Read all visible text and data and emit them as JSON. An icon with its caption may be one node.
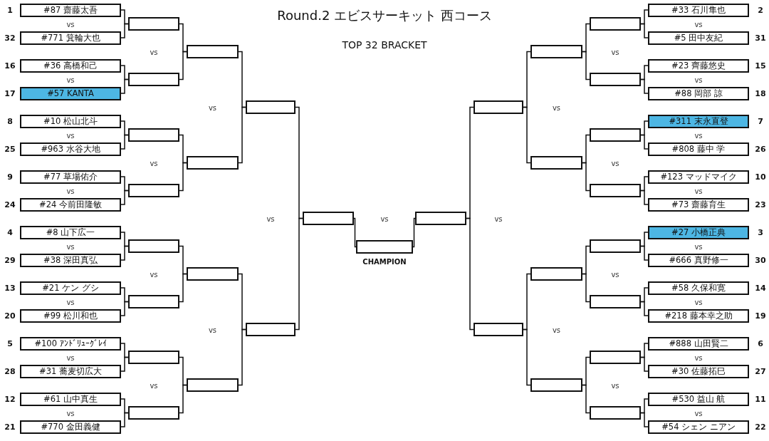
{
  "diagram": {
    "title": "Round.2 エビスサーキット 西コース",
    "nodes": [
      {
        "text": [
          "#87 齋藤太吾"
        ],
        "beside": [
          "1"
        ]
      },
      {
        "text": [
          "#771 箕輪大也"
        ],
        "beside": [
          "32"
        ]
      },
      {
        "text": [
          "#36 高橋和己"
        ],
        "beside": [
          "16"
        ]
      },
      {
        "text": [
          "#57 KANTA"
        ],
        "beside": [
          "17"
        ]
      },
      {
        "text": [
          "#10 松山北斗"
        ],
        "beside": [
          "8"
        ]
      },
      {
        "text": [
          "#963 水谷大地"
        ],
        "beside": [
          "25"
        ]
      },
      {
        "text": [
          "#77 草場佑介"
        ],
        "beside": [
          "9"
        ]
      },
      {
        "text": [
          "#24 今前田隆敏"
        ],
        "beside": [
          "24"
        ]
      },
      {
        "text": [
          "#8 山下広一"
        ],
        "beside": [
          "4"
        ]
      },
      {
        "text": [
          "#38 深田真弘"
        ],
        "beside": [
          "29"
        ]
      },
      {
        "text": [
          "#21 ケン グシ"
        ],
        "beside": [
          "13"
        ]
      },
      {
        "text": [
          "#99 松川和也"
        ],
        "beside": [
          "20"
        ]
      },
      {
        "text": [
          "#100 ｱﾝﾄﾞﾘｭｰｸﾞﾚｲ"
        ],
        "beside": [
          "5"
        ]
      },
      {
        "text": [
          "#31 蕎麦切広大"
        ],
        "beside": [
          "28"
        ]
      },
      {
        "text": [
          "#61 山中真生"
        ],
        "beside": [
          "12"
        ]
      },
      {
        "text": [
          "#770 金田義健"
        ],
        "beside": [
          "21"
        ]
      },
      {
        "text": [
          "#33 石川隼也"
        ],
        "beside": [
          "2"
        ]
      },
      {
        "text": [
          "#5 田中友紀"
        ],
        "beside": [
          "31"
        ]
      },
      {
        "text": [
          "#23 齊藤悠史"
        ],
        "beside": [
          "15"
        ]
      },
      {
        "text": [
          "#88 岡部 諒"
        ],
        "beside": [
          "18"
        ]
      },
      {
        "text": [
          "#311 末永直登"
        ],
        "beside": [
          "7"
        ]
      },
      {
        "text": [
          "#808 藤中 学"
        ],
        "beside": [
          "26"
        ]
      },
      {
        "text": [
          "#123 マッドマイク"
        ],
        "beside": [
          "10"
        ]
      },
      {
        "text": [
          "#73 齋藤育生"
        ],
        "beside": [
          "23"
        ]
      },
      {
        "text": [
          "#27 小橋正典"
        ],
        "beside": [
          "3"
        ]
      },
      {
        "text": [
          "#666 真野修一"
        ],
        "beside": [
          "30"
        ]
      },
      {
        "text": [
          "#58 久保和寛"
        ],
        "beside": [
          "14"
        ]
      },
      {
        "text": [
          "#218 藤本幸之助"
        ],
        "beside": [
          "19"
        ]
      },
      {
        "text": [
          "#888 山田賢二"
        ],
        "beside": [
          "6"
        ]
      },
      {
        "text": [
          "#30 佐藤拓巳"
        ],
        "beside": [
          "27"
        ]
      },
      {
        "text": [
          "#530 益山 航"
        ],
        "beside": [
          "11"
        ]
      },
      {
        "text": [
          "#54 シェン ニアン"
        ],
        "beside": [
          "22"
        ]
      },
      {
        "text": [],
        "shape": "box"
      },
      {
        "text": [],
        "shape": "box"
      },
      {
        "text": [],
        "shape": "box"
      },
      {
        "text": [],
        "shape": "box"
      },
      {
        "text": [],
        "shape": "box"
      },
      {
        "text": [],
        "shape": "box"
      },
      {
        "text": [],
        "shape": "box"
      },
      {
        "text": [],
        "shape": "box"
      },
      {
        "text": [],
        "shape": "box"
      },
      {
        "text": [],
        "shape": "box"
      },
      {
        "text": [],
        "shape": "box"
      },
      {
        "text": [],
        "shape": "box"
      },
      {
        "text": [],
        "shape": "box"
      },
      {
        "text": [],
        "shape": "box"
      },
      {
        "text": [],
        "shape": "box"
      },
      {
        "text": [],
        "shape": "box",
        "beside": [
          "CHAMPION"
        ]
      },
      {
        "text": [],
        "shape": "box"
      },
      {
        "text": [],
        "shape": "box"
      },
      {
        "text": [],
        "shape": "box"
      },
      {
        "text": [],
        "shape": "box"
      },
      {
        "text": [],
        "shape": "box"
      },
      {
        "text": [],
        "shape": "box"
      },
      {
        "text": [],
        "shape": "box"
      },
      {
        "text": [],
        "shape": "box"
      },
      {
        "text": [],
        "shape": "box"
      },
      {
        "text": [],
        "shape": "box"
      },
      {
        "text": [],
        "shape": "box"
      },
      {
        "text": [],
        "shape": "box"
      },
      {
        "text": [],
        "shape": "box"
      },
      {
        "text": [],
        "shape": "box"
      },
      {
        "text": [],
        "shape": "box"
      }
    ],
    "edges": [
      {
        "from": 0,
        "to": 32,
        "arrow": "none"
      },
      {
        "from": 1,
        "to": 32,
        "arrow": "none"
      },
      {
        "from": 2,
        "to": 33,
        "arrow": "none"
      },
      {
        "from": 3,
        "to": 33,
        "arrow": "none"
      },
      {
        "from": 4,
        "to": 34,
        "arrow": "none"
      },
      {
        "from": 5,
        "to": 34,
        "arrow": "none"
      },
      {
        "from": 6,
        "to": 35,
        "arrow": "none"
      },
      {
        "from": 7,
        "to": 35,
        "arrow": "none"
      },
      {
        "from": 8,
        "to": 36,
        "arrow": "none"
      },
      {
        "from": 9,
        "to": 36,
        "arrow": "none"
      },
      {
        "from": 10,
        "to": 37,
        "arrow": "none"
      },
      {
        "from": 11,
        "to": 37,
        "arrow": "none"
      },
      {
        "from": 12,
        "to": 38,
        "arrow": "none"
      },
      {
        "from": 13,
        "to": 38,
        "arrow": "none"
      },
      {
        "from": 14,
        "to": 39,
        "arrow": "none"
      },
      {
        "from": 15,
        "to": 39,
        "arrow": "none"
      },
      {
        "from": 32,
        "to": 40,
        "arrow": "none"
      },
      {
        "from": 33,
        "to": 40,
        "arrow": "none"
      },
      {
        "from": 34,
        "to": 41,
        "arrow": "none"
      },
      {
        "from": 35,
        "to": 41,
        "arrow": "none"
      },
      {
        "from": 36,
        "to": 42,
        "arrow": "none"
      },
      {
        "from": 37,
        "to": 42,
        "arrow": "none"
      },
      {
        "from": 38,
        "to": 43,
        "arrow": "none"
      },
      {
        "from": 39,
        "to": 43,
        "arrow": "none"
      },
      {
        "from": 40,
        "to": 44,
        "arrow": "none"
      },
      {
        "from": 41,
        "to": 44,
        "arrow": "none"
      },
      {
        "from": 42,
        "to": 45,
        "arrow": "none"
      },
      {
        "from": 43,
        "to": 45,
        "arrow": "none"
      },
      {
        "from": 44,
        "to": 46,
        "arrow": "none"
      },
      {
        "from": 45,
        "to": 46,
        "arrow": "none"
      },
      {
        "from": 46,
        "to": 47,
        "arrow": "none"
      },
      {
        "from": 48,
        "to": 47,
        "arrow": "none"
      },
      {
        "from": 49,
        "to": 48,
        "arrow": "none"
      },
      {
        "from": 50,
        "to": 48,
        "arrow": "none"
      },
      {
        "from": 51,
        "to": 49,
        "arrow": "none"
      },
      {
        "from": 52,
        "to": 49,
        "arrow": "none"
      },
      {
        "from": 53,
        "to": 50,
        "arrow": "none"
      },
      {
        "from": 54,
        "to": 50,
        "arrow": "none"
      },
      {
        "from": 55,
        "to": 51,
        "arrow": "none"
      },
      {
        "from": 56,
        "to": 51,
        "arrow": "none"
      },
      {
        "from": 57,
        "to": 52,
        "arrow": "none"
      },
      {
        "from": 58,
        "to": 52,
        "arrow": "none"
      },
      {
        "from": 59,
        "to": 53,
        "arrow": "none"
      },
      {
        "from": 60,
        "to": 53,
        "arrow": "none"
      },
      {
        "from": 61,
        "to": 54,
        "arrow": "none"
      },
      {
        "from": 62,
        "to": 54,
        "arrow": "none"
      },
      {
        "from": 16,
        "to": 55,
        "arrow": "none"
      },
      {
        "from": 17,
        "to": 55,
        "arrow": "none"
      },
      {
        "from": 18,
        "to": 56,
        "arrow": "none"
      },
      {
        "from": 19,
        "to": 56,
        "arrow": "none"
      },
      {
        "from": 20,
        "to": 57,
        "arrow": "none"
      },
      {
        "from": 21,
        "to": 57,
        "arrow": "none"
      },
      {
        "from": 22,
        "to": 58,
        "arrow": "none"
      },
      {
        "from": 23,
        "to": 58,
        "arrow": "none"
      },
      {
        "from": 24,
        "to": 59,
        "arrow": "none"
      },
      {
        "from": 25,
        "to": 59,
        "arrow": "none"
      },
      {
        "from": 26,
        "to": 60,
        "arrow": "none"
      },
      {
        "from": 27,
        "to": 60,
        "arrow": "none"
      },
      {
        "from": 28,
        "to": 61,
        "arrow": "none"
      },
      {
        "from": 29,
        "to": 61,
        "arrow": "none"
      },
      {
        "from": 30,
        "to": 62,
        "arrow": "none"
      },
      {
        "from": 31,
        "to": 62,
        "arrow": "none"
      }
    ],
    "labels": [
      "TOP 32 BRACKET",
      "vs",
      "vs",
      "vs",
      "vs",
      "vs",
      "vs",
      "vs",
      "vs",
      "vs",
      "vs",
      "vs",
      "vs",
      "vs",
      "vs",
      "vs",
      "vs",
      "vs",
      "vs",
      "vs",
      "vs",
      "vs",
      "vs",
      "vs",
      "vs",
      "vs",
      "vs",
      "vs",
      "vs",
      "vs",
      "vs",
      "vs"
    ]
  }
}
